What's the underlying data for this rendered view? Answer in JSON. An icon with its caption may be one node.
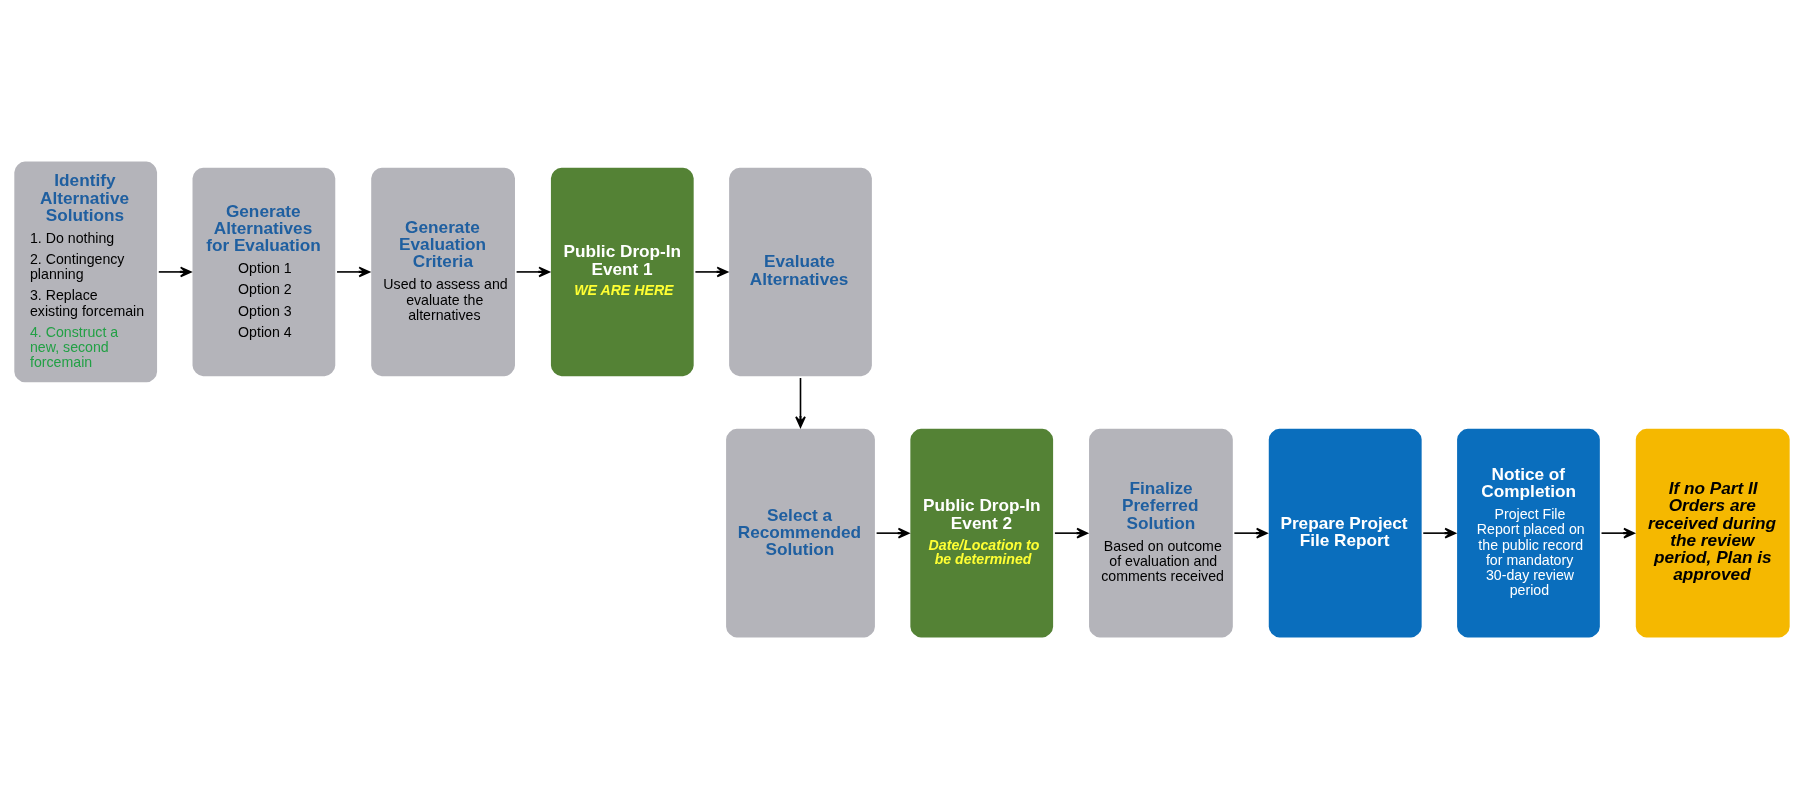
{
  "diagram": {
    "nodes": [
      {
        "text": [
          "Identify Alternative Solutions",
          "1. Do nothing",
          "2. Contingency planning",
          "3. Replace existing forcemain",
          "4. Construct a new, second forcemain"
        ]
      },
      {
        "text": [
          "Generate Alternatives for Evaluation",
          "Option 1",
          "Option 2",
          "Option 3",
          "Option 4"
        ]
      },
      {
        "text": [
          "Generate Evaluation Criteria",
          "Used to assess and evaluate the alternatives"
        ]
      },
      {
        "text": [
          "Public Drop-In Event 1",
          "WE ARE HERE"
        ]
      },
      {
        "text": [
          "Evaluate Alternatives"
        ]
      },
      {
        "text": [
          "Select a Recommended Solution"
        ]
      },
      {
        "text": [
          "Public Drop-In Event 2",
          "Date/Location to be determined"
        ]
      },
      {
        "text": [
          "Finalize Preferred Solution",
          "Based on outcome of evaluation and comments received"
        ]
      },
      {
        "text": [
          "Prepare Project File Report"
        ]
      },
      {
        "text": [
          "Notice of Completion",
          "Project File Report placed on the public record for mandatory 30-day review period"
        ]
      },
      {
        "text": [
          "If no Part II Orders are received during the review period, Plan is approved"
        ]
      }
    ],
    "edges": [
      {
        "from": 0,
        "to": 1,
        "arrow": "to"
      },
      {
        "from": 1,
        "to": 2,
        "arrow": "to"
      },
      {
        "from": 2,
        "to": 3,
        "arrow": "to"
      },
      {
        "from": 3,
        "to": 4,
        "arrow": "to"
      },
      {
        "from": 4,
        "to": 5,
        "arrow": "to"
      },
      {
        "from": 5,
        "to": 6,
        "arrow": "to"
      },
      {
        "from": 6,
        "to": 7,
        "arrow": "to"
      },
      {
        "from": 7,
        "to": 8,
        "arrow": "to"
      },
      {
        "from": 8,
        "to": 9,
        "arrow": "to"
      },
      {
        "from": 9,
        "to": 10,
        "arrow": "to"
      }
    ]
  }
}
